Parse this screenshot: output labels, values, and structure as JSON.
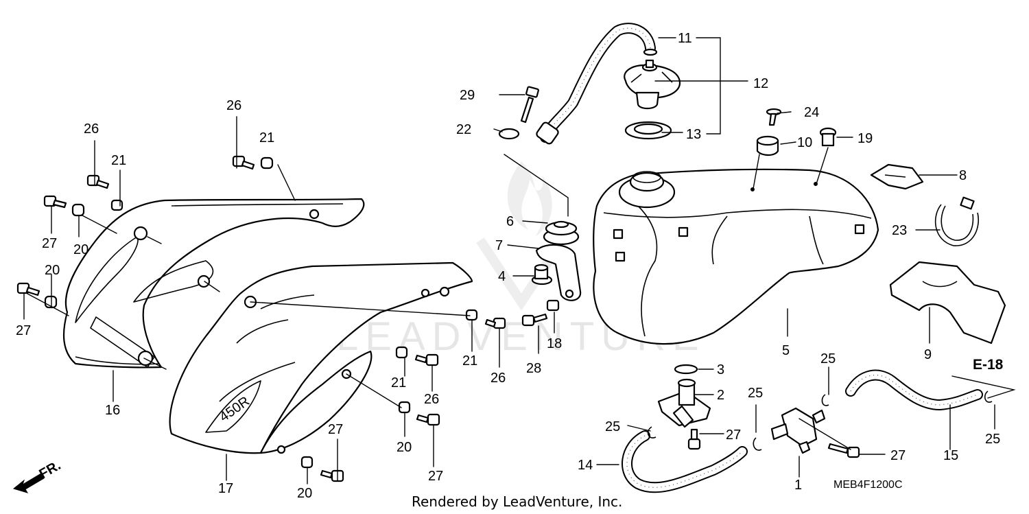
{
  "labels": {
    "l1": "1",
    "l2": "2",
    "l3": "3",
    "l4": "4",
    "l5": "5",
    "l6": "6",
    "l7": "7",
    "l8": "8",
    "l9": "9",
    "l10": "10",
    "l11": "11",
    "l12": "12",
    "l13": "13",
    "l14": "14",
    "l15": "15",
    "l16": "16",
    "l17": "17",
    "l18": "18",
    "l19": "19",
    "l20a": "20",
    "l20b": "20",
    "l20c": "20",
    "l20d": "20",
    "l21a": "21",
    "l21b": "21",
    "l21c": "21",
    "l21d": "21",
    "l22": "22",
    "l23": "23",
    "l24": "24",
    "l25a": "25",
    "l25b": "25",
    "l25c": "25",
    "l25d": "25",
    "l26a": "26",
    "l26b": "26",
    "l26c": "26",
    "l26d": "26",
    "l27a": "27",
    "l27b": "27",
    "l27c": "27",
    "l27d": "27",
    "l27e": "27",
    "l28": "28",
    "l29": "29"
  },
  "reference": "E-18",
  "front_marker": "FR.",
  "diagram_code": "MEB4F1200C",
  "credit": "Rendered by LeadVenture, Inc.",
  "watermark": "LEADVENTURE",
  "shroud_lettering": "450R"
}
